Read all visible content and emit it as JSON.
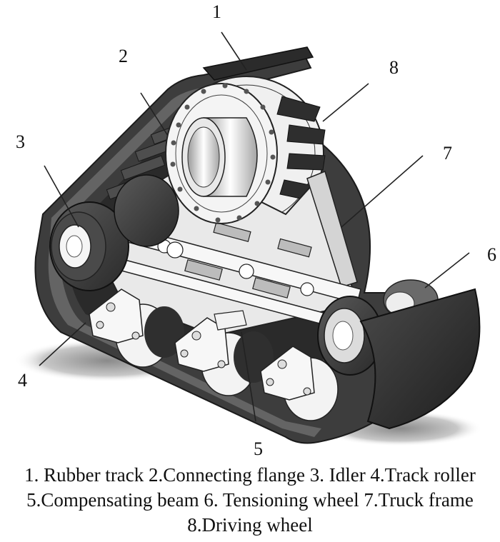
{
  "figure": {
    "subject": "Crawler track undercarriage assembly (3D CAD rendering)",
    "colors": {
      "track": "#3a3a3a",
      "track_edge": "#6e6e6e",
      "frame": "#e6e6e6",
      "metal_light": "#f2f2f2",
      "metal_mid": "#bdbdbd",
      "shadow": "#9a9a9a",
      "leader_line": "#222222"
    },
    "callouts": [
      {
        "number": "1",
        "part": "Rubber track"
      },
      {
        "number": "2",
        "part": "Connecting flange"
      },
      {
        "number": "3",
        "part": "Idler"
      },
      {
        "number": "4",
        "part": "Track roller"
      },
      {
        "number": "5",
        "part": "Compensating beam"
      },
      {
        "number": "6",
        "part": "Tensioning wheel"
      },
      {
        "number": "7",
        "part": "Truck frame"
      },
      {
        "number": "8",
        "part": "Driving wheel"
      }
    ]
  },
  "caption": {
    "lines": [
      "1. Rubber track 2.Connecting flange 3. Idler 4.Track roller",
      "5.Compensating beam 6. Tensioning wheel 7.Truck frame",
      "8.Driving wheel"
    ]
  }
}
